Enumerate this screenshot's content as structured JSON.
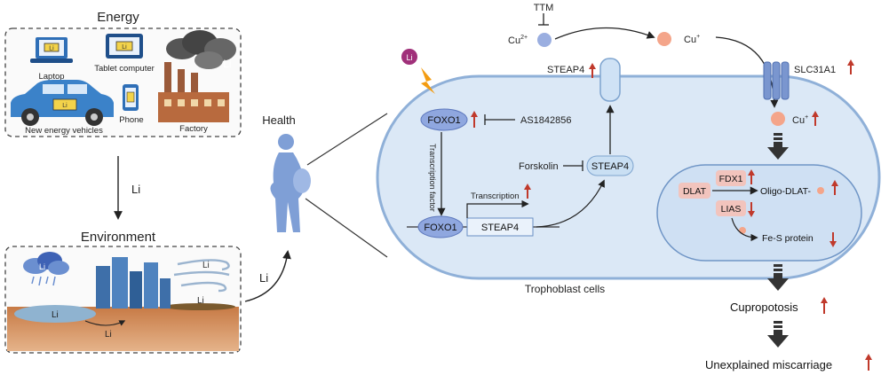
{
  "left_panel": {
    "energy_title": "Energy",
    "devices": {
      "laptop": "Laptop",
      "tablet": "Tablet computer",
      "phone": "Phone",
      "vehicles": "New energy vehicles",
      "factory": "Factory",
      "battery_label": "Li",
      "smoke_label": "Li"
    },
    "arrow_label": "Li",
    "environment_title": "Environment",
    "environment": {
      "cloud_label": "Li",
      "wind_label": "Li",
      "lake_label": "Li",
      "ground_label": "Li",
      "field_label": "Li"
    }
  },
  "middle": {
    "health_label": "Health",
    "li_arrow_label": "Li"
  },
  "cell": {
    "cell_label": "Trophoblast cells",
    "li_ion": "Li",
    "foxo1": "FOXO1",
    "as1842856": "AS1842856",
    "transcription_factor": "Transcription factor",
    "foxo1_dna": "FOXO1",
    "steap4_gene": "STEAP4",
    "transcription": "Transcription",
    "forskolin": "Forskolin",
    "steap4_protein": "STEAP4",
    "steap4_membrane": "STEAP4",
    "mito": {
      "dlat": "DLAT",
      "fdx1": "FDX1",
      "lias": "LIAS",
      "oligo_dlat": "Oligo-DLAT-",
      "fes_protein": "Fe-S protein"
    }
  },
  "top": {
    "ttm": "TTM",
    "cu2": "Cu",
    "cu2_sup": "2+",
    "cu1": "Cu",
    "cu1_sup": "+",
    "slc31a1": "SLC31A1",
    "cu_inside": "Cu",
    "cu_inside_sup": "+"
  },
  "outcomes": {
    "cuproptosis": "Cupropotosis",
    "miscarriage": "Unexplained miscarriage"
  },
  "colors": {
    "up_arrow": "#c0392b",
    "down_arrow": "#c0392b",
    "cell_fill": "#dbe8f6",
    "cell_stroke": "#8fb0d8",
    "foxo1_fill": "#8fa7df",
    "mito_fill": "#cfe0f3",
    "cu2_dot": "#9aaee0",
    "cu1_dot": "#f4a58a",
    "li_ion": "#a0307a",
    "enzyme_fill": "#f2c4bd"
  }
}
